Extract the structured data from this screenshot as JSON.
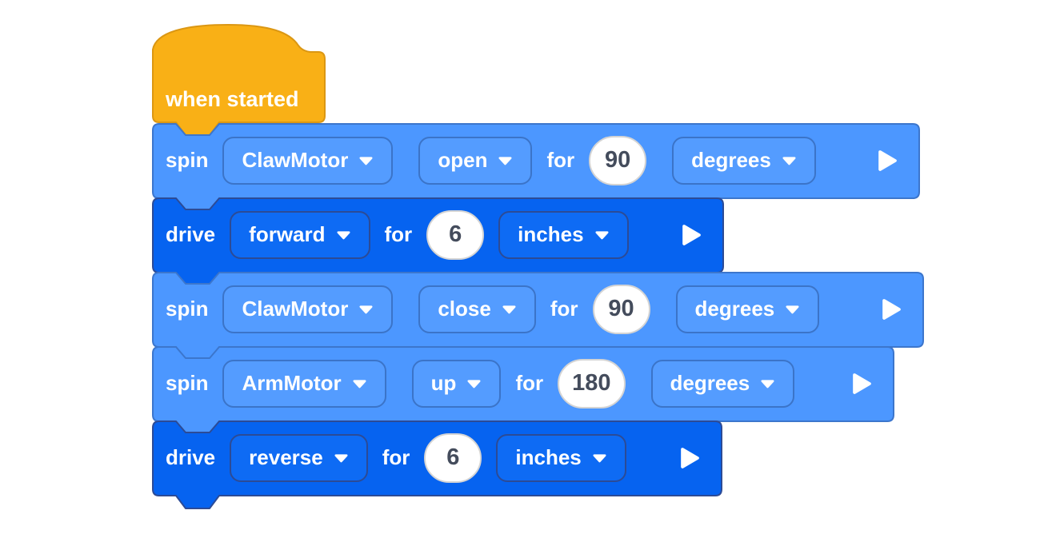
{
  "palette": {
    "canvas_bg": "#FFFFFF",
    "hat_fill": "#F9B016",
    "hat_border": "#DB9713",
    "motor_fill": "#4C97FF",
    "motor_border": "#3C76CC",
    "motor_field_fill": "#549CFF",
    "motor_field_border": "#3B74C8",
    "drive_fill": "#0663F0",
    "drive_border": "#2C4B96",
    "drive_field_fill": "#0E6BF4",
    "drive_field_border": "#2C4B96",
    "number_fill": "#FFFFFF",
    "number_border": "#D4D4D4",
    "number_text": "#444C5C",
    "label_text": "#FFFFFF"
  },
  "blocks": [
    {
      "type": "hat",
      "label": "when started"
    },
    {
      "type": "motor",
      "label": "spin",
      "motor": "ClawMotor",
      "direction": "open",
      "for_label": "for",
      "amount": "90",
      "unit": "degrees"
    },
    {
      "type": "drivetrain",
      "label": "drive",
      "direction": "forward",
      "for_label": "for",
      "amount": "6",
      "unit": "inches"
    },
    {
      "type": "motor",
      "label": "spin",
      "motor": "ClawMotor",
      "direction": "close",
      "for_label": "for",
      "amount": "90",
      "unit": "degrees"
    },
    {
      "type": "motor",
      "label": "spin",
      "motor": "ArmMotor",
      "direction": "up",
      "for_label": "for",
      "amount": "180",
      "unit": "degrees"
    },
    {
      "type": "drivetrain",
      "label": "drive",
      "direction": "reverse",
      "for_label": "for",
      "amount": "6",
      "unit": "inches"
    }
  ]
}
